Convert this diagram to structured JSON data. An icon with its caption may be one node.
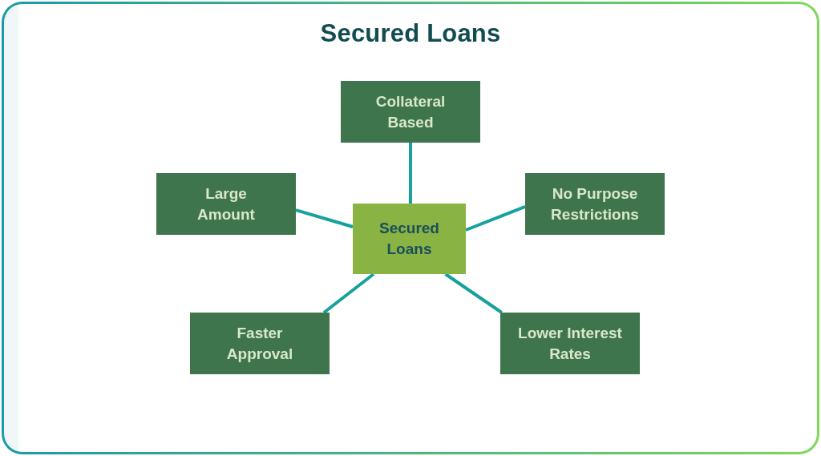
{
  "diagram": {
    "title": "Secured Loans",
    "nodes": [
      {
        "text": [
          "Collateral Based"
        ]
      },
      {
        "text": [
          "Large Amount"
        ]
      },
      {
        "text": [
          "Secured Loans"
        ]
      },
      {
        "text": [
          "No Purpose Restrictions"
        ]
      },
      {
        "text": [
          "Faster Approval"
        ]
      },
      {
        "text": [
          "Lower Interest Rates"
        ]
      }
    ],
    "edges": [
      {
        "from": 2,
        "to": 0,
        "arrow": "none"
      },
      {
        "from": 2,
        "to": 1,
        "arrow": "none"
      },
      {
        "from": 2,
        "to": 3,
        "arrow": "none"
      },
      {
        "from": 2,
        "to": 4,
        "arrow": "none"
      },
      {
        "from": 2,
        "to": 5,
        "arrow": "none"
      }
    ]
  }
}
